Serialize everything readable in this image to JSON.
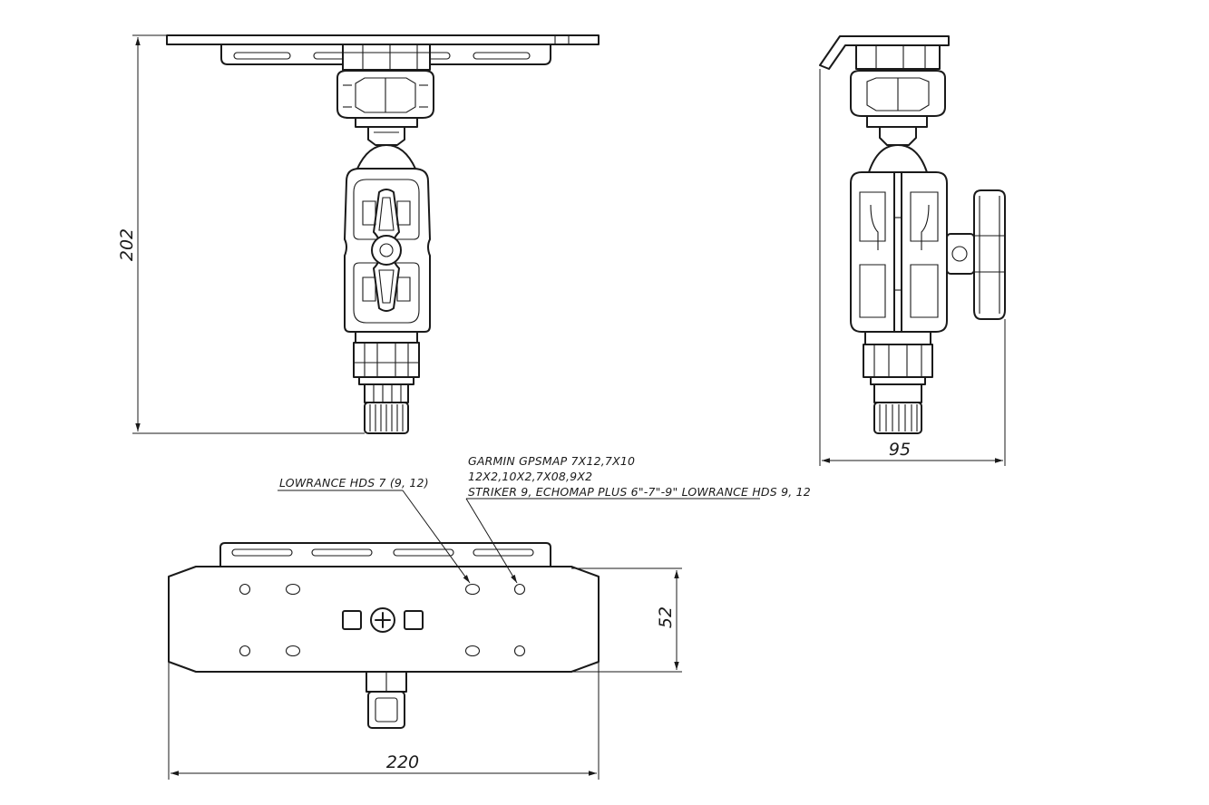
{
  "dimensions": {
    "height": "202",
    "side_width": "95",
    "plate_height": "52",
    "plate_width": "220"
  },
  "notes": {
    "lowrance": "LOWRANCE HDS 7 (9, 12)",
    "garmin": [
      "GARMIN GPSMAP 7X12,7X10",
      "12X2,10X2,7X08,9X2",
      "STRIKER 9, ECHOMAP PLUS 6\"-7\"-9\" LOWRANCE HDS 9, 12"
    ]
  }
}
